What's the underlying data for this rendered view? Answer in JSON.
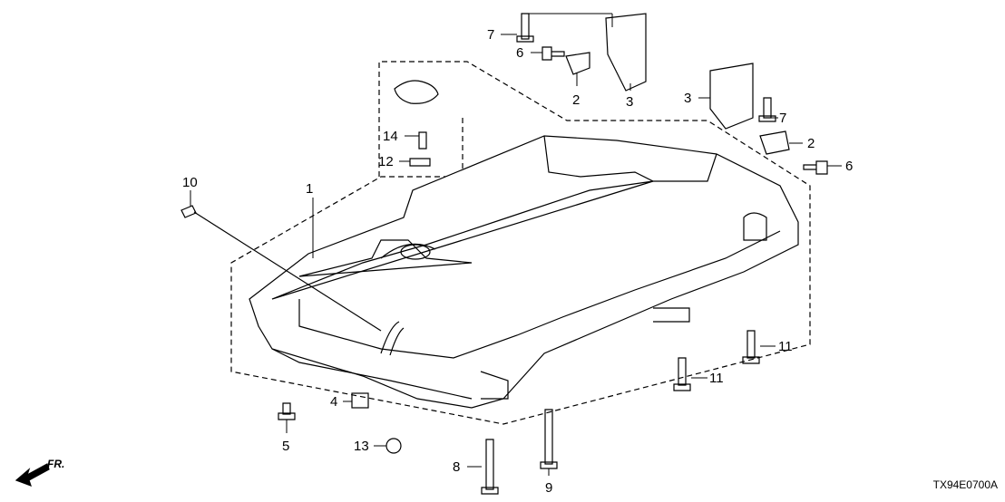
{
  "diagram_code": "TX94E0700A",
  "direction_label": "FR.",
  "callouts": [
    {
      "id": "c7a",
      "text": "7"
    },
    {
      "id": "c6a",
      "text": "6"
    },
    {
      "id": "c2a",
      "text": "2"
    },
    {
      "id": "c3a",
      "text": "3"
    },
    {
      "id": "c3b",
      "text": "3"
    },
    {
      "id": "c7b",
      "text": "7"
    },
    {
      "id": "c2b",
      "text": "2"
    },
    {
      "id": "c6b",
      "text": "6"
    },
    {
      "id": "c14",
      "text": "14"
    },
    {
      "id": "c12",
      "text": "12"
    },
    {
      "id": "c10",
      "text": "10"
    },
    {
      "id": "c1",
      "text": "1"
    },
    {
      "id": "c4",
      "text": "4"
    },
    {
      "id": "c5",
      "text": "5"
    },
    {
      "id": "c13",
      "text": "13"
    },
    {
      "id": "c8",
      "text": "8"
    },
    {
      "id": "c9",
      "text": "9"
    },
    {
      "id": "c11a",
      "text": "11"
    },
    {
      "id": "c11b",
      "text": "11"
    }
  ]
}
